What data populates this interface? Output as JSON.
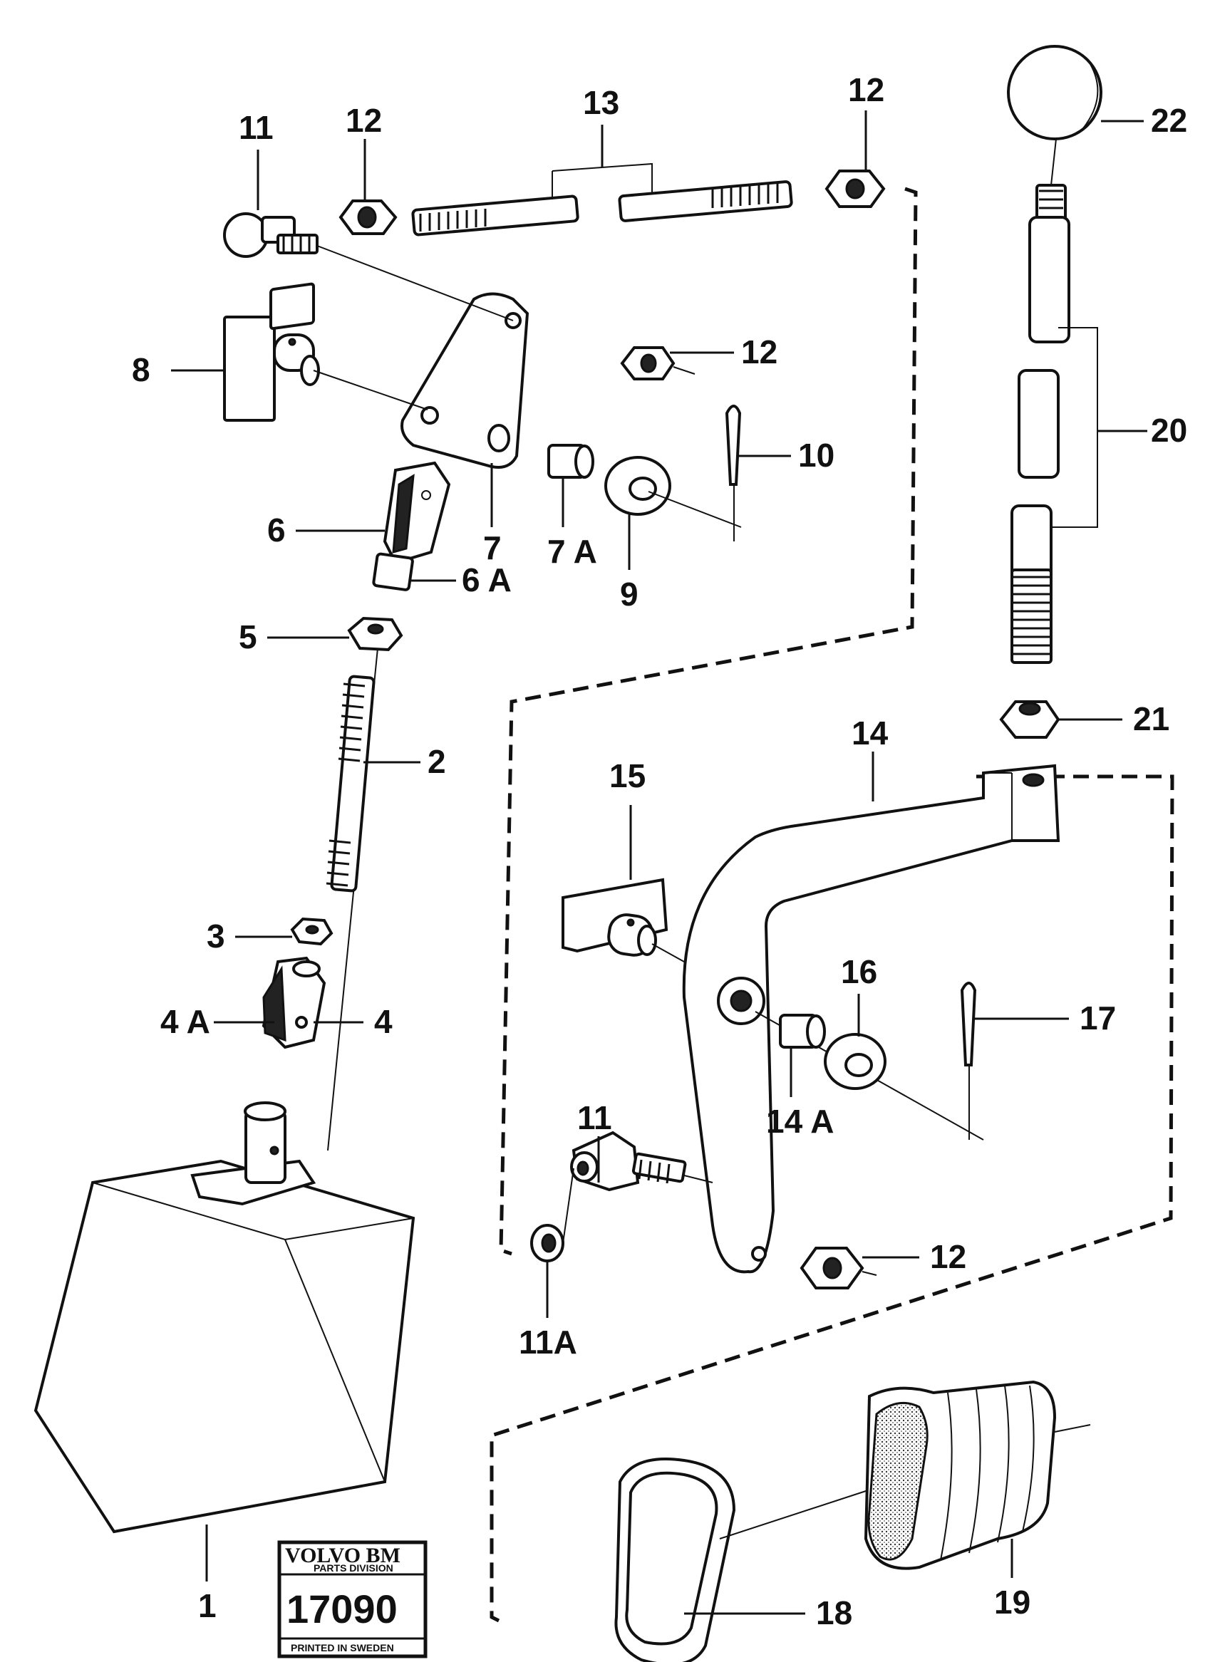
{
  "labels": {
    "l1": "1",
    "l2": "2",
    "l3": "3",
    "l4": "4",
    "l4a": "4 A",
    "l5": "5",
    "l6": "6",
    "l6a": "6 A",
    "l7": "7",
    "l7a": "7 A",
    "l8": "8",
    "l9": "9",
    "l10": "10",
    "l11_top": "11",
    "l11_mid": "11",
    "l11a": "11A",
    "l12_top1": "12",
    "l12_top2": "12",
    "l12_mid": "12",
    "l12_low": "12",
    "l13": "13",
    "l14": "14",
    "l14a": "14 A",
    "l15": "15",
    "l16": "16",
    "l17": "17",
    "l18": "18",
    "l19": "19",
    "l20": "20",
    "l21": "21",
    "l22": "22"
  },
  "logo": {
    "brand": "VOLVO BM",
    "division": "PARTS DIVISION",
    "number": "17090",
    "printed": "PRINTED IN SWEDEN"
  }
}
